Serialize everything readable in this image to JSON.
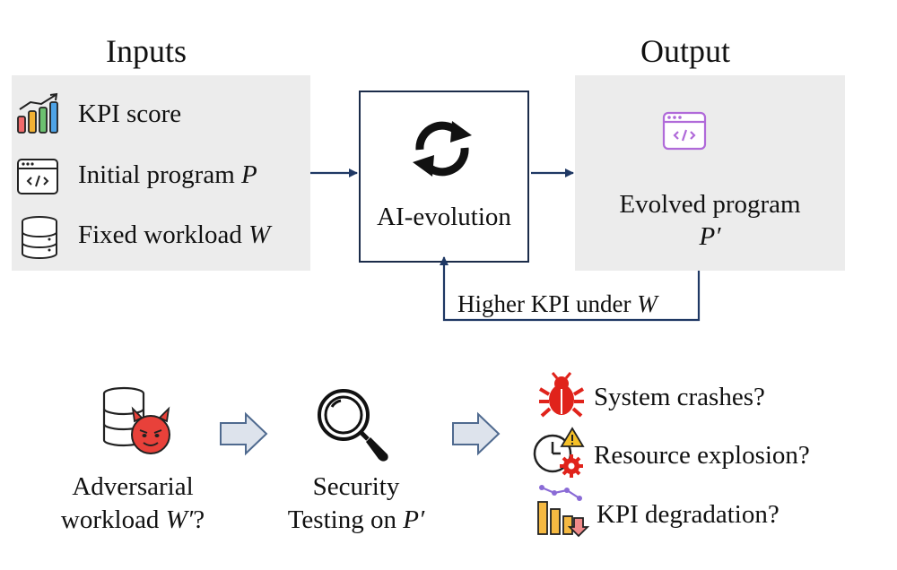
{
  "inputs": {
    "title": "Inputs",
    "items": [
      {
        "label": "KPI score",
        "var": "",
        "icon": "bar-chart-trend-icon"
      },
      {
        "label": "Initial program ",
        "var": "P",
        "icon": "code-window-icon"
      },
      {
        "label": "Fixed workload ",
        "var": "W",
        "icon": "database-icon"
      }
    ]
  },
  "process": {
    "label": "AI-evolution",
    "icon": "refresh-cycle-icon"
  },
  "output": {
    "title": "Output",
    "line1": "Evolved program",
    "var": "P′",
    "icon": "code-window-purple-icon"
  },
  "feedback": {
    "label": "Higher KPI under ",
    "var": "W"
  },
  "bottom": {
    "adversarial": {
      "line1": "Adversarial",
      "line2": "workload ",
      "var": "W′",
      "suffix": "?",
      "icon": "database-devil-icon"
    },
    "security": {
      "line1": "Security",
      "line2": "Testing on ",
      "var": "P′",
      "icon": "magnifier-icon"
    },
    "risks": [
      {
        "label": "System crashes?",
        "icon": "bug-icon"
      },
      {
        "label": "Resource explosion?",
        "icon": "clock-warning-gear-icon"
      },
      {
        "label": "KPI degradation?",
        "icon": "bar-chart-down-icon"
      }
    ]
  },
  "colors": {
    "arrow": "#1f3864",
    "box_fill": "#ececec",
    "block_arrow_fill": "#dde3ec",
    "block_arrow_stroke": "#4f6a8f",
    "bug": "#e0231b",
    "purple_icon": "#b06ad9"
  }
}
